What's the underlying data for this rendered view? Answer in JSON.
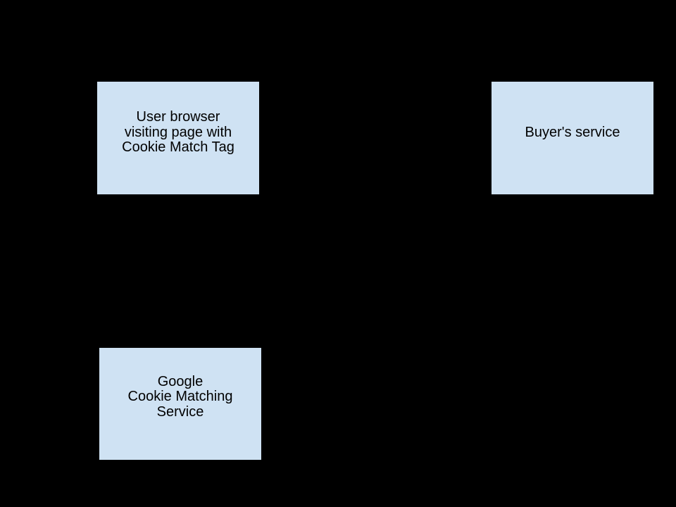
{
  "diagram": {
    "type": "flow-diagram",
    "background": "#000000",
    "nodes": [
      {
        "id": "user-browser",
        "lines": [
          "User browser",
          "visiting page with",
          "Cookie Match Tag"
        ]
      },
      {
        "id": "buyers-service",
        "lines": [
          "Buyer's service"
        ]
      },
      {
        "id": "google-cookie-matching-service",
        "lines": [
          "Google",
          "Cookie Matching",
          "Service"
        ]
      }
    ]
  },
  "colors": {
    "canvas-bg": "#000000",
    "node-fill": "#cfe2f3",
    "node-border": "#000000",
    "node-text": "#000000"
  }
}
